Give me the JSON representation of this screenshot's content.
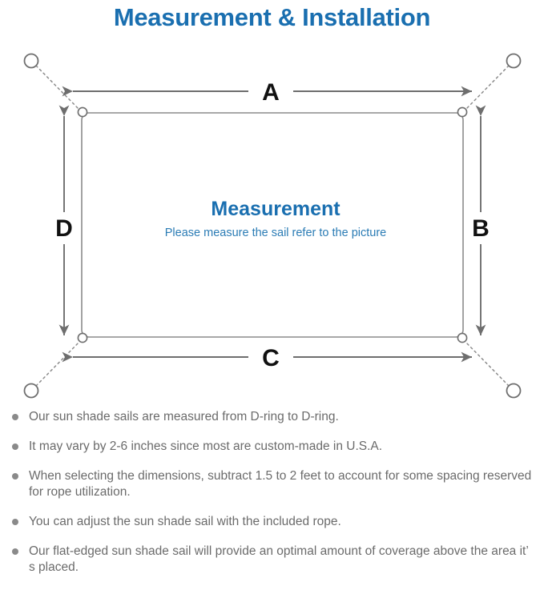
{
  "page": {
    "title": "Measurement & Installation",
    "title_color": "#1a6fb0",
    "background_color": "#ffffff"
  },
  "diagram": {
    "name": "sun-shade-sail-measurement-diagram",
    "sail_line_color": "#8c8c8c",
    "arrow_color": "#6e6e6e",
    "rope_line_color": "#8c8c8c",
    "ring_color": "#6e6e6e",
    "center": {
      "heading": "Measurement",
      "heading_color": "#1a6fb0",
      "subtitle": "Please measure the sail refer to the picture",
      "subtitle_color": "#2b7cb5"
    },
    "dimension_labels": {
      "top": "A",
      "right": "B",
      "bottom": "C",
      "left": "D"
    },
    "d_rings": [
      {
        "position": "top-left"
      },
      {
        "position": "top-right"
      },
      {
        "position": "bottom-right"
      },
      {
        "position": "bottom-left"
      }
    ],
    "anchor_rings": [
      {
        "position": "top-left"
      },
      {
        "position": "top-right"
      },
      {
        "position": "bottom-right"
      },
      {
        "position": "bottom-left"
      }
    ]
  },
  "notes": [
    "Our sun shade sails are measured from D-ring to D-ring.",
    "It may vary by 2-6 inches since most are custom-made in U.S.A.",
    "When selecting the dimensions, subtract 1.5 to 2 feet to account for some spacing reserved for rope utilization.",
    "You can adjust the sun shade sail with the included rope.",
    "Our flat-edged sun shade sail will provide an optimal amount of coverage above the area it’  s placed."
  ]
}
